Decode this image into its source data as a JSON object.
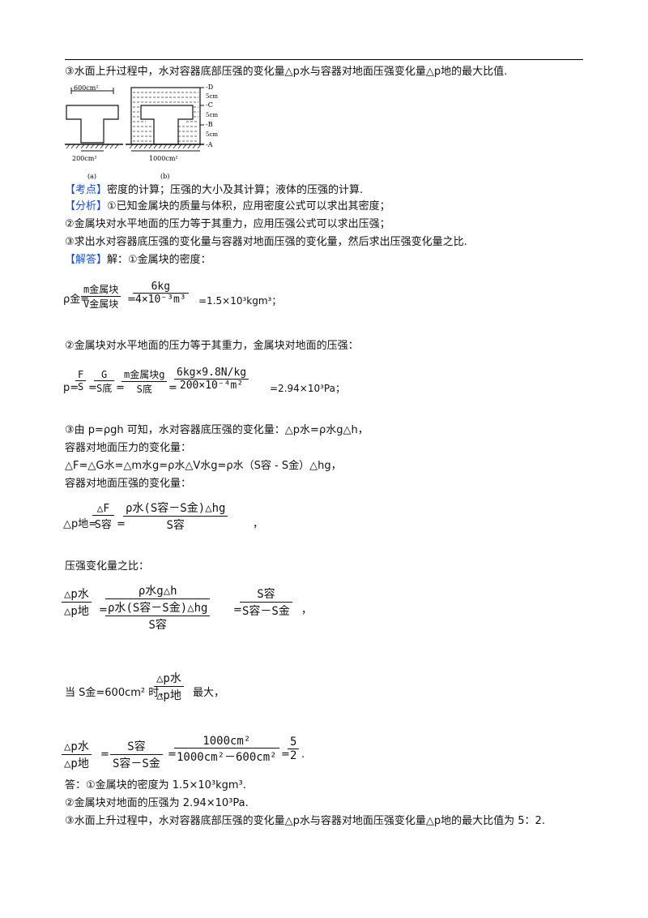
{
  "q3_heading": "③水面上升过程中，水对容器底部压强的变化量△p水与容器对地面压强变化量△p地的最大比值.",
  "figure": {
    "a_area": "600cm²",
    "a_bottom": "200cm²",
    "b_bottom": "1000cm²",
    "label_a": "(a)",
    "label_b": "(b)",
    "levels": [
      "-D",
      "-C",
      "-B",
      "-A"
    ],
    "dims": [
      "5cm",
      "5cm",
      "5cm"
    ]
  },
  "kaodian_tag": "【考点】",
  "kaodian_text": "密度的计算；压强的大小及其计算；液体的压强的计算.",
  "fenxi_tag": "【分析】",
  "fenxi_lines": [
    "①已知金属块的质量与体积，应用密度公式可以求出其密度；",
    "②金属块对水平地面的压力等于其重力，应用压强公式可以求出压强；",
    "③求出水对容器底压强的变化量与容器对地面压强的变化量，然后求出压强变化量之比."
  ],
  "jieda_tag": "【解答】",
  "jieda_intro": "解：①金属块的密度：",
  "eq1": {
    "lhs": "ρ金=",
    "frac1_num": "m金属块",
    "frac1_den": "V金属块",
    "frac2_num": "6kg",
    "frac2_den": "4×10⁻³m³",
    "result": "=1.5×10³kgm³；"
  },
  "step2_intro": "②金属块对水平地面的压力等于其重力，金属块对地面的压强：",
  "eq2": {
    "lhs": "p=",
    "f1_num": "F",
    "f1_den": "S",
    "f2_num": "G",
    "f2_den": "S底",
    "f3_num": "m金属块g",
    "f3_den": "S底",
    "f4_num": "6kg×9.8N/kg",
    "f4_den": "200×10⁻⁴m²",
    "result": "=2.94×10³Pa；"
  },
  "step3_lines": [
    "③由 p=ρgh 可知，水对容器底压强的变化量：△p水=ρ水g△h，",
    "容器对地面压力的变化量：",
    "△F=△G水=△m水g=ρ水△V水g=ρ水（S容 - S金）△hg，",
    "容器对地面压强的变化量："
  ],
  "eq3": {
    "lhs": "△p地=",
    "f1_num": "△F",
    "f1_den": "S容",
    "f2_num": "ρ水(S容－S金)△hg",
    "f2_den": "S容",
    "tail": "，"
  },
  "ratio_intro": "压强变化量之比：",
  "eq4": {
    "f1_num": "△p水",
    "f1_den": "△p地",
    "f2_num": "ρ水g△h",
    "f2_den_num": "ρ水(S容－S金)△hg",
    "f2_den_den": "S容",
    "f3_num": "S容",
    "f3_den": "S容－S金",
    "tail": "，"
  },
  "eq5": {
    "prefix": "当 S金=600cm² 时，",
    "f_num": "△p水",
    "f_den": "△p地",
    "suffix": "最大，"
  },
  "eq6": {
    "f1_num": "△p水",
    "f1_den": "△p地",
    "f2_num": "S容",
    "f2_den": "S容－S金",
    "f3_num": "1000cm²",
    "f3_den": "1000cm²－600cm²",
    "f4_num": "5",
    "f4_den": "2",
    "tail": "."
  },
  "answer_lines": [
    "答：①金属块的密度为 1.5×10³kgm³.",
    "②金属块对地面的压强为 2.94×10³Pa.",
    "③水面上升过程中，水对容器底部压强的变化量△p水与容器对地面压强变化量△p地的最大比值为 5：2."
  ]
}
